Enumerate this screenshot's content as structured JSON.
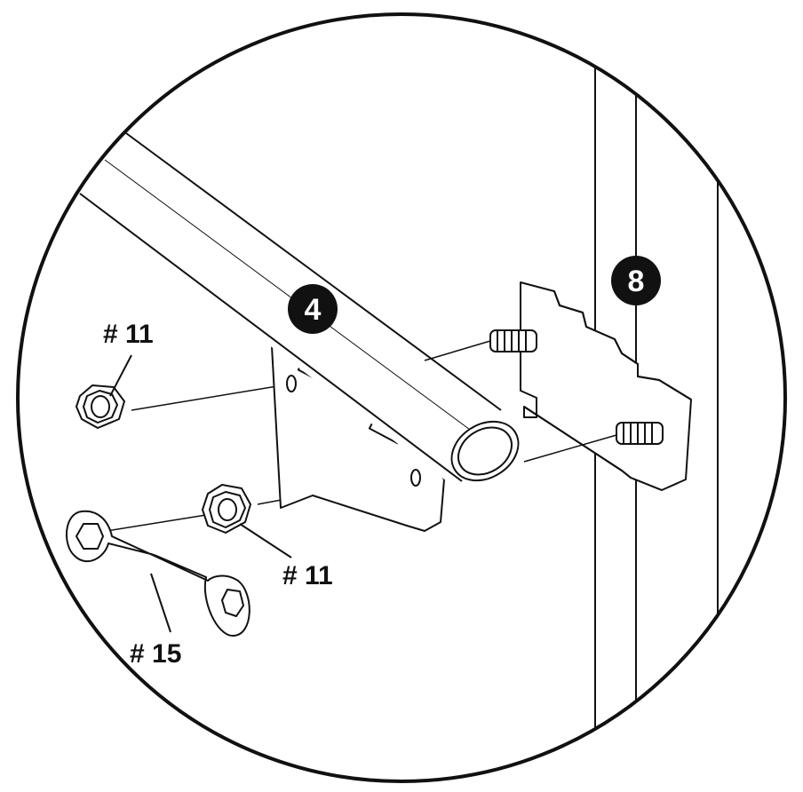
{
  "colors": {
    "ink": "#111111",
    "paper": "#ffffff",
    "badge": "#111111"
  },
  "badges": {
    "tube": "4",
    "post": "8"
  },
  "labels": {
    "nut_top": "# 11",
    "nut_bottom": "# 11",
    "wrench": "# 15"
  }
}
